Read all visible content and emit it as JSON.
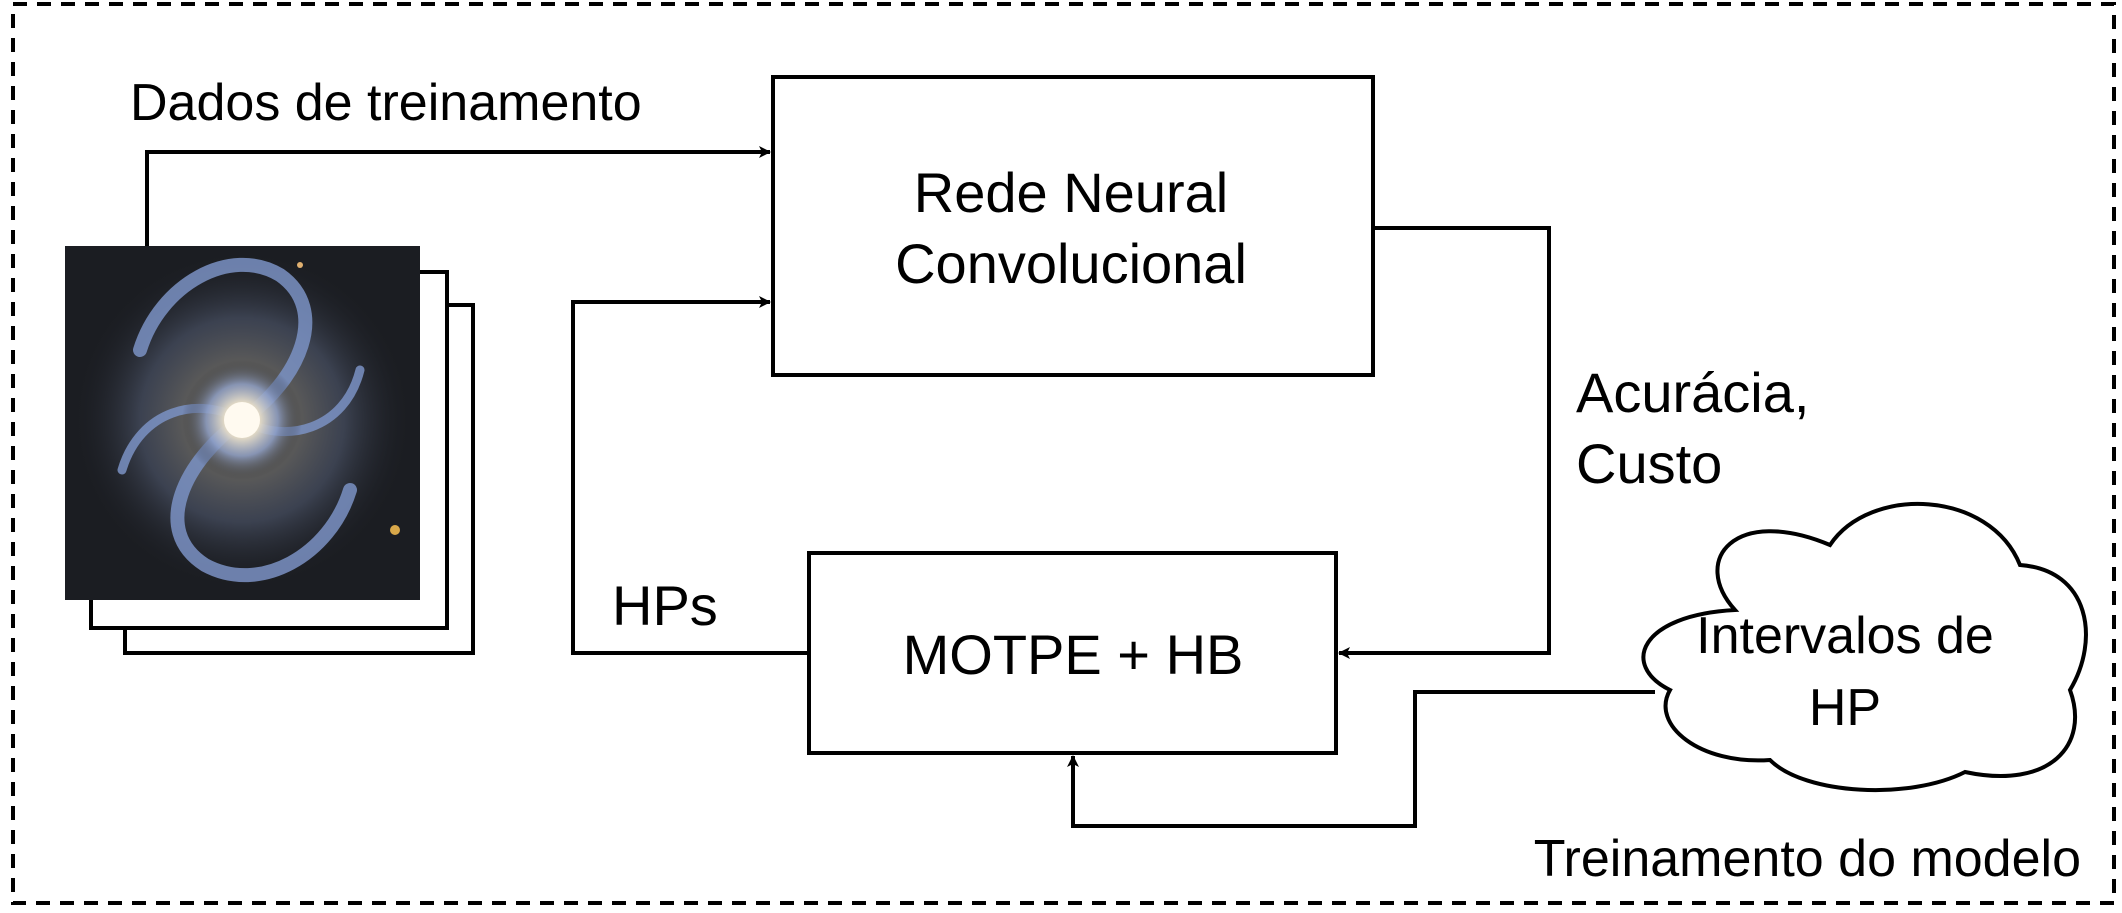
{
  "labels": {
    "training_data": "Dados de treinamento",
    "cnn_line1": "Rede Neural",
    "cnn_line2": "Convolucional",
    "metrics_line1": "Acurácia,",
    "metrics_line2": "Custo",
    "hps": "HPs",
    "optimizer": "MOTPE + HB",
    "hp_ranges_line1": "Intervalos de",
    "hp_ranges_line2": "HP",
    "model_training": "Treinamento do modelo"
  },
  "colors": {
    "stroke": "#000000",
    "background": "#ffffff",
    "galaxy_background": "#1b1d22",
    "galaxy_arms": "#6f86b8",
    "galaxy_core": "#fff8e6"
  },
  "icons": {
    "dataset": "galaxy-image-stack-icon"
  }
}
